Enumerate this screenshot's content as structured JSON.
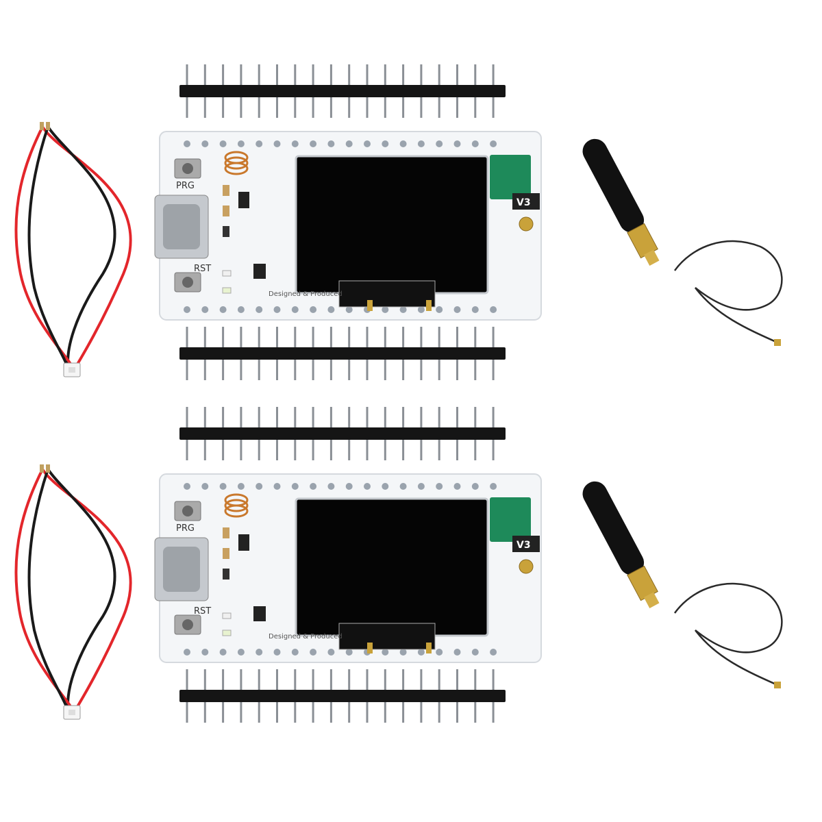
{
  "product_photo": {
    "kits": [
      {
        "board": {
          "prg_label": "PRG",
          "rst_label": "RST",
          "version_tag": "V3",
          "silkscreen": "Designed & Produced"
        },
        "colors": {
          "pcb": "#f4f6f8",
          "screen": "#050505",
          "wire_red": "#e3262b",
          "wire_black": "#1a1a1a",
          "antenna": "#111111",
          "brass": "#c9a23a",
          "chip_antenna": "#1e8a5a",
          "coil": "#c9782c"
        }
      },
      {
        "board": {
          "prg_label": "PRG",
          "rst_label": "RST",
          "version_tag": "V3",
          "silkscreen": "Designed & Produced"
        },
        "colors": {
          "pcb": "#f4f6f8",
          "screen": "#050505",
          "wire_red": "#e3262b",
          "wire_black": "#1a1a1a",
          "antenna": "#111111",
          "brass": "#c9a23a",
          "chip_antenna": "#1e8a5a",
          "coil": "#c9782c"
        }
      }
    ]
  }
}
